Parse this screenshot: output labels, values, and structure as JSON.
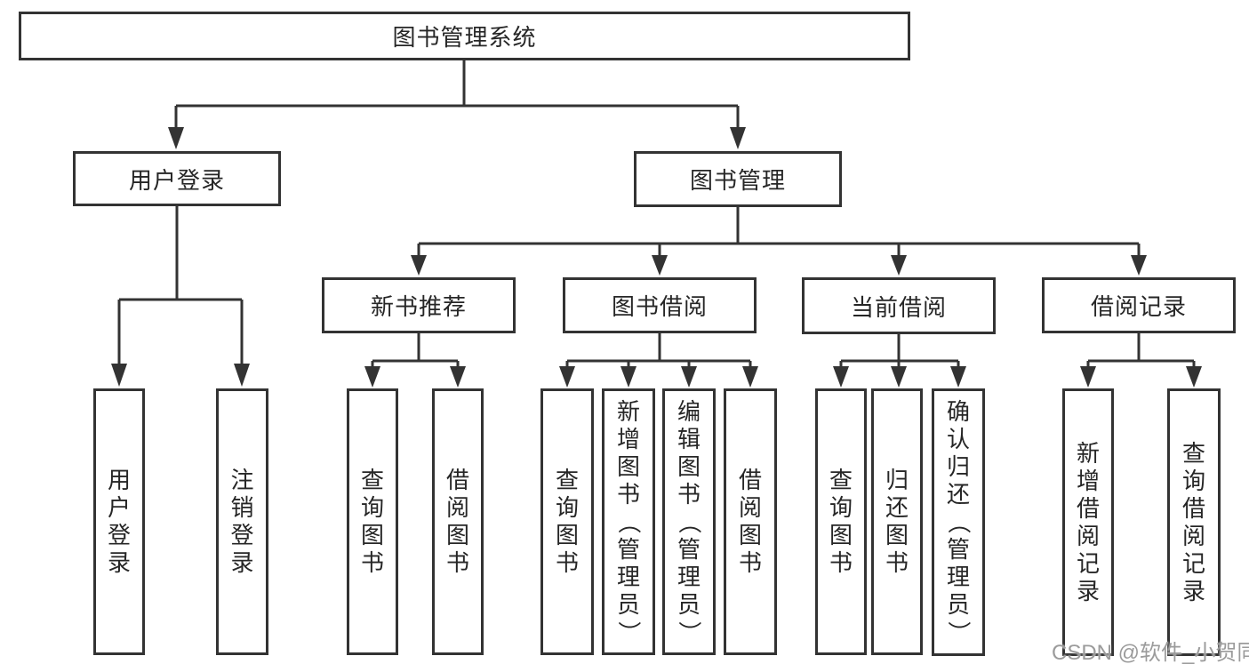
{
  "tree": {
    "label": "图书管理系统",
    "children": [
      {
        "label": "用户登录",
        "children": [
          {
            "label": "用户登录"
          },
          {
            "label": "注销登录"
          }
        ]
      },
      {
        "label": "图书管理",
        "children": [
          {
            "label": "新书推荐",
            "children": [
              {
                "label": "查询图书"
              },
              {
                "label": "借阅图书"
              }
            ]
          },
          {
            "label": "图书借阅",
            "children": [
              {
                "label": "查询图书"
              },
              {
                "label": "新增图书（管理员）"
              },
              {
                "label": "编辑图书（管理员）"
              },
              {
                "label": "借阅图书"
              }
            ]
          },
          {
            "label": "当前借阅",
            "children": [
              {
                "label": "查询图书"
              },
              {
                "label": "归还图书"
              },
              {
                "label": "确认归还（管理员）"
              }
            ]
          },
          {
            "label": "借阅记录",
            "children": [
              {
                "label": "新增借阅记录"
              },
              {
                "label": "查询借阅记录"
              }
            ]
          }
        ]
      }
    ]
  },
  "watermark": "CSDN @软件_小贺同学",
  "colors": {
    "line": "#333333",
    "text": "#262626",
    "watermark": "#9b9b9b",
    "background": "#ffffff"
  }
}
